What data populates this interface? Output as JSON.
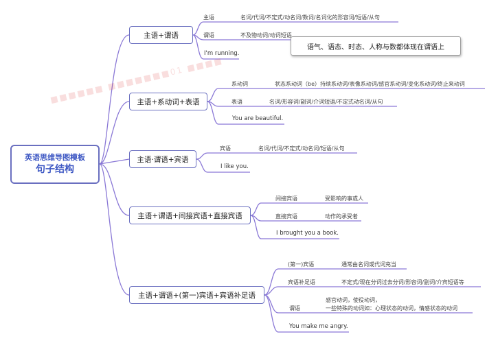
{
  "root": {
    "line1": "英语思维导图模板",
    "line2": "句子结构"
  },
  "callout": "语气、语态、时态、人称与数都体现在谓语上",
  "branches": [
    {
      "label": "主语+谓语",
      "items": [
        {
          "k": "主语",
          "v": "名词/代词/不定式/动名词/数词/名词化的形容词/短语/从句"
        },
        {
          "k": "谓语",
          "v": "不及物动词/动词短语"
        }
      ],
      "example": "I'm running."
    },
    {
      "label": "主语+系动词+表语",
      "items": [
        {
          "k": "系动词",
          "v": "状态系动词（be）持续系动词/表像系动词/感官系动词/变化系动词/终止来动词"
        },
        {
          "k": "表语",
          "v": "名词/形容词/副词/介词短语/不定式动名词/从句"
        }
      ],
      "example": "You are beautiful."
    },
    {
      "label": "主语·谓语+宾语",
      "items": [
        {
          "k": "宾语",
          "v": "名词/代词/不定式/动名词/短语/从句"
        }
      ],
      "example": "I like you."
    },
    {
      "label": "主语+谓语+间接宾语+直接宾语",
      "items": [
        {
          "k": "间接宾语",
          "v": "受影响的事或人"
        },
        {
          "k": "直接宾语",
          "v": "动作的承受者"
        }
      ],
      "example": "I brought you a book."
    },
    {
      "label": "主语+谓语+(第一)宾语+宾语补足语",
      "items": [
        {
          "k": "(第一)宾语",
          "v": "通常由名词或代词充当"
        },
        {
          "k": "宾语补足语",
          "v": "不定式/现在分词过去分词/形容词/副词/介宾短语等"
        },
        {
          "k": "谓语",
          "v": "感官动词，使役动词，",
          "v2": "一些特殊的动词如：心理状态的动词，情感状态的动词"
        }
      ],
      "example": "You make me angry."
    }
  ],
  "colors": {
    "line": "#8a78d6",
    "border": "#6a6fc0",
    "title": "#3f59c4"
  }
}
